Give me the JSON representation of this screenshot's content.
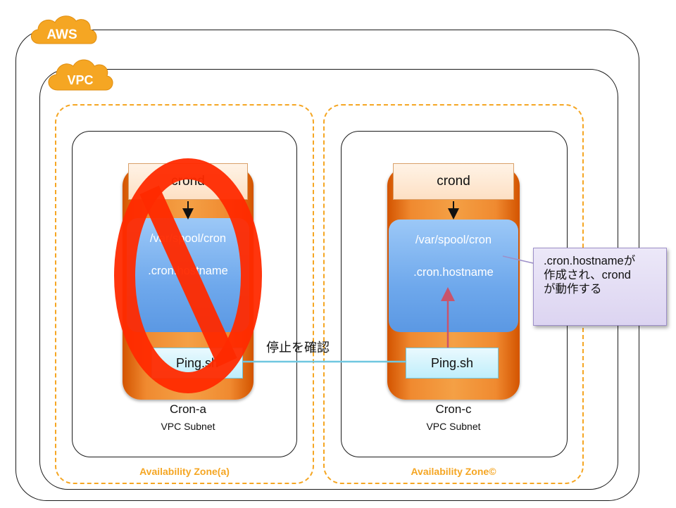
{
  "tags": {
    "aws": "AWS",
    "vpc": "VPC"
  },
  "zones": [
    {
      "label": "Availability Zone(a)",
      "instance": {
        "crond": "crond",
        "spool_path": "/var/spool/cron",
        "hostname_file": ".cron.hostname",
        "script": "Ping.sh",
        "name": "Cron-a",
        "subnet": "VPC Subnet",
        "stopped": true
      }
    },
    {
      "label": "Availability Zone©",
      "instance": {
        "crond": "crond",
        "spool_path": "/var/spool/cron",
        "hostname_file": ".cron.hostname",
        "script": "Ping.sh",
        "name": "Cron-c",
        "subnet": "VPC Subnet",
        "stopped": false
      }
    }
  ],
  "connection_label": "停止を確認",
  "note": {
    "line1": ".cron.hostnameが",
    "line2": "作成され、crond",
    "line3": "が動作する"
  },
  "colors": {
    "aws_orange": "#f5a623",
    "instance_orange": "#f08a30",
    "prohibit_red": "#ff2a00",
    "ping_line": "#6fc7e0",
    "arrow_pink": "#c9546b",
    "note_purple": "#dcd4f1"
  }
}
